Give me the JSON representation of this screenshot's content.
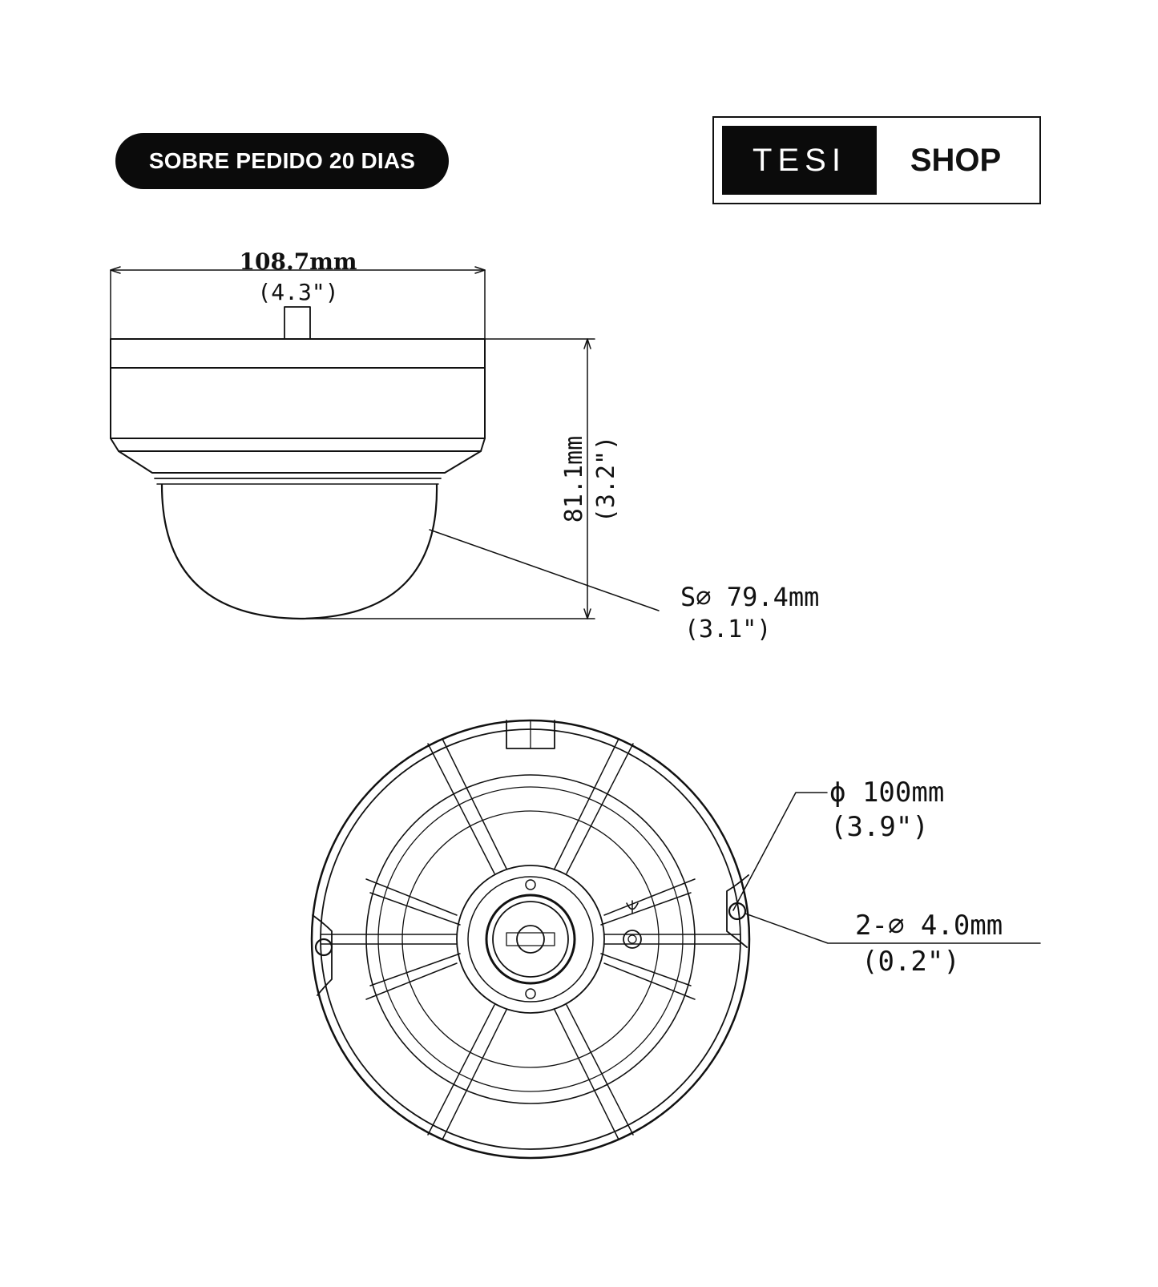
{
  "badge": {
    "label": "SOBRE PEDIDO 20 DIAS"
  },
  "logo": {
    "left_text": "TESI",
    "right_text": "SHOP"
  },
  "drawing": {
    "width": {
      "mm": "108.7mm",
      "inch": "(4.3\")"
    },
    "height": {
      "mm": "81.1mm",
      "inch": "(3.2\")"
    },
    "dome": {
      "mm": "S∅ 79.4mm",
      "inch": "(3.1\")"
    },
    "base_diameter": {
      "mm": "ϕ 100mm",
      "inch": "(3.9\")"
    },
    "holes": {
      "mm": "2-∅ 4.0mm",
      "inch": "(0.2\")"
    }
  }
}
